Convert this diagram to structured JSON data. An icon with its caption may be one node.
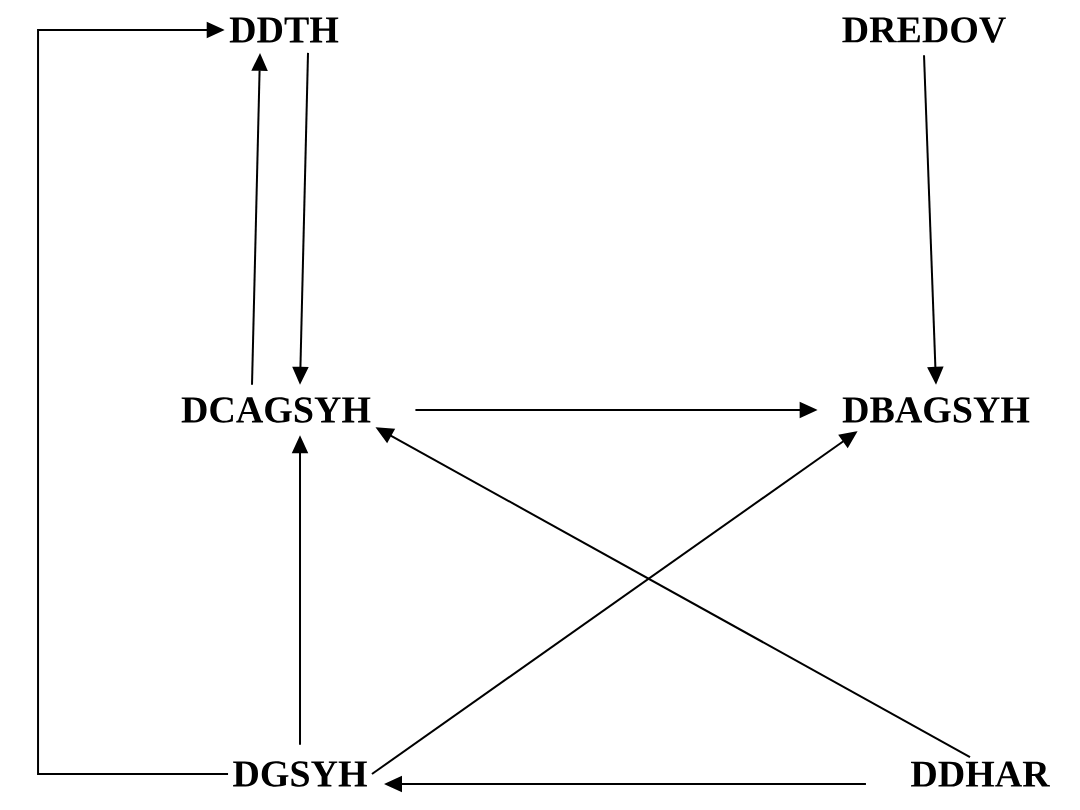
{
  "diagram": {
    "nodes": [
      {
        "text": [
          "DDTH"
        ]
      },
      {
        "text": [
          "DREDOV"
        ]
      },
      {
        "text": [
          "DCAGSYH"
        ]
      },
      {
        "text": [
          "DBAGSYH"
        ]
      },
      {
        "text": [
          "DGSYH"
        ]
      },
      {
        "text": [
          "DDHAR"
        ]
      }
    ],
    "edges": [
      {
        "from": 2,
        "to": 0,
        "arrow": "to"
      },
      {
        "from": 0,
        "to": 2,
        "arrow": "to"
      },
      {
        "from": 2,
        "to": 3,
        "arrow": "to"
      },
      {
        "from": 1,
        "to": 3,
        "arrow": "to"
      },
      {
        "from": 5,
        "to": 2,
        "arrow": "to"
      },
      {
        "from": 4,
        "to": 3,
        "arrow": "to"
      },
      {
        "from": 4,
        "to": 2,
        "arrow": "to"
      },
      {
        "from": 5,
        "to": 4,
        "arrow": "to"
      },
      {
        "from": 4,
        "to": 0,
        "arrow": "to"
      }
    ]
  }
}
